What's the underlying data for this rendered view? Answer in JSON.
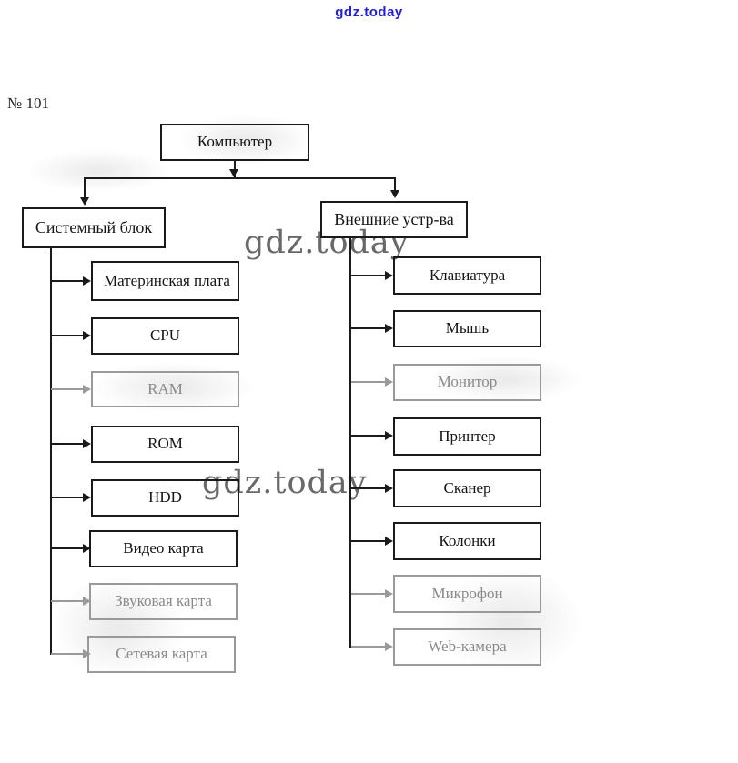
{
  "page_label": "№ 101",
  "watermarks": {
    "top": "gdz.today",
    "mid1": "gdz.today",
    "mid2": "gdz.today"
  },
  "diagram": {
    "root": "Компьютер",
    "branches": [
      {
        "label": "Системный блок",
        "children": [
          "Материнская плата",
          "CPU",
          "RAM",
          "ROM",
          "HDD",
          "Видео карта",
          "Звуковая карта",
          "Сетевая карта"
        ]
      },
      {
        "label": "Внешние устр-ва",
        "children": [
          "Клавиатура",
          "Мышь",
          "Монитор",
          "Принтер",
          "Сканер",
          "Колонки",
          "Микрофон",
          "Web-камера"
        ]
      }
    ]
  },
  "colors": {
    "ink": "#1a1a1a",
    "faded": "#9a9a9a",
    "watermark_blue": "#2320d8",
    "watermark_gray": "#4f4f4f"
  }
}
